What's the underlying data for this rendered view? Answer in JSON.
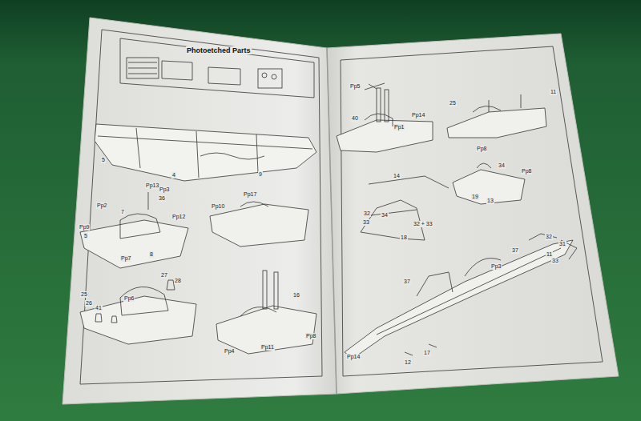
{
  "diagram": {
    "title": "Photoetched Parts",
    "labels": [
      "Pp13",
      "Pp3",
      "36",
      "Pp2",
      "7",
      "Pp12",
      "Pp9",
      "5",
      "Pp7",
      "8",
      "Pp10",
      "Pp17",
      "5",
      "4",
      "9",
      "27",
      "28",
      "25",
      "26",
      "41",
      "Pp6",
      "16",
      "Pp4",
      "Pp11",
      "Pp8",
      "Pp5",
      "40",
      "Pp1",
      "Pp14",
      "25",
      "11",
      "Pp8",
      "34",
      "Pp8",
      "19",
      "13",
      "14",
      "32",
      "33",
      "34",
      "18",
      "32 + 33",
      "37",
      "Pp3",
      "32",
      "31",
      "11",
      "33",
      "37",
      "Pp14",
      "12",
      "17"
    ]
  }
}
